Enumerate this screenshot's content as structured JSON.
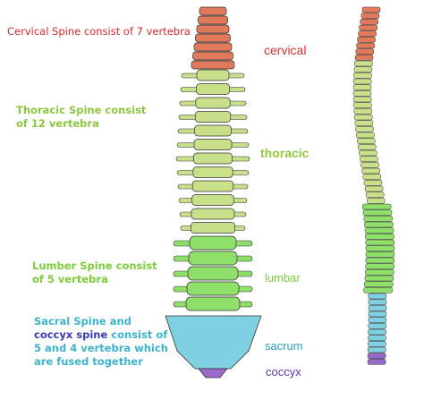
{
  "notes": {
    "cervical": "Cervical Spine consist of 7 vertebra",
    "thoracic": "Thoracic Spine consist of 12 vertebra",
    "lumbar": "Lumber Spine consist of 5 vertebra",
    "sacral_part1": "Sacral Spine and ",
    "sacral_coccyx": "coccyx spine",
    "sacral_part2": " consist of 5 and 4 vertebra which are fused together"
  },
  "labels": {
    "cervical": "cervical",
    "thoracic": "thoracic",
    "lumbar": "lumbar",
    "sacrum": "sacrum",
    "coccyx": "coccyx"
  },
  "colors": {
    "cervical": "#e07a5a",
    "thoracic": "#c8e08a",
    "lumbar": "#8ee06a",
    "sacrum": "#7fd0e0",
    "coccyx": "#9a6ac8",
    "outline": "#333333"
  }
}
